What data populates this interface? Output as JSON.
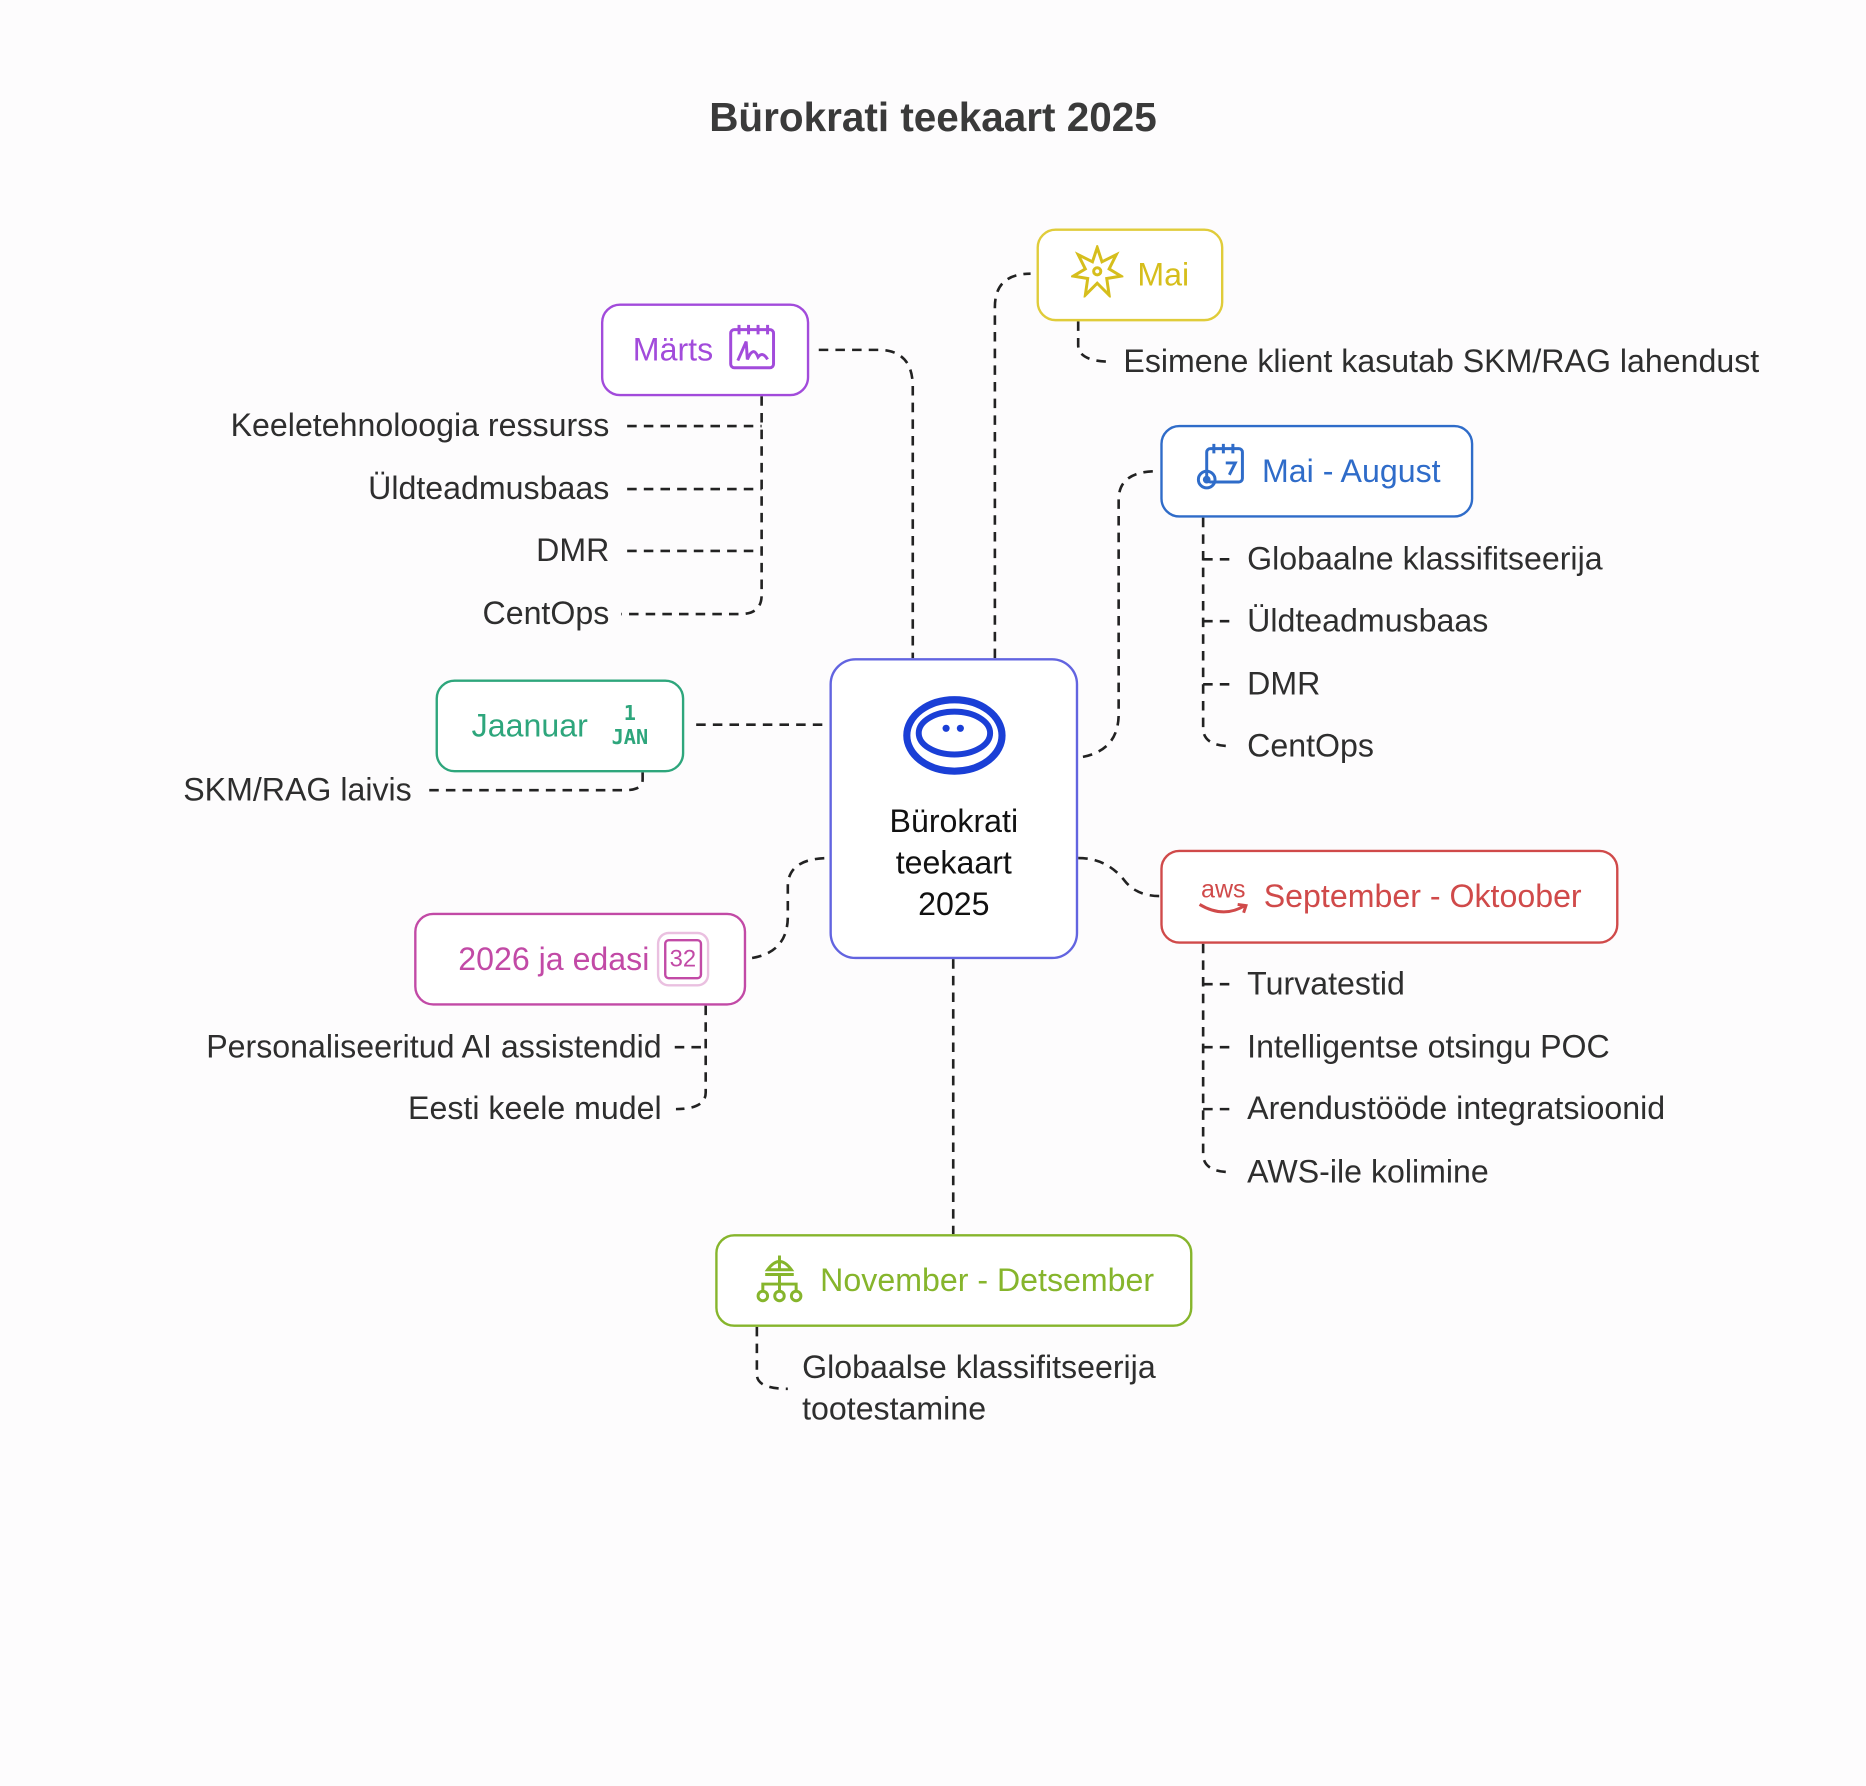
{
  "title": "Bürokrati teekaart 2025",
  "center": {
    "lines": [
      "Bürokrati",
      "teekaart",
      "2025"
    ],
    "color": "#6264e0",
    "icon": "burokratt-logo-icon"
  },
  "nodes": {
    "marts": {
      "label": "Märts",
      "color": "#a24bdb",
      "icon": "calendar-signature-icon",
      "items": [
        "Keeletehnoloogia ressurss",
        "Üldteadmusbaas",
        "DMR",
        "CentOps"
      ]
    },
    "mai": {
      "label": "Mai",
      "color": "#d6be1c",
      "icon": "star-burst-icon",
      "items": [
        "Esimene klient kasutab SKM/RAG lahendust"
      ]
    },
    "mai_august": {
      "label": "Mai - August",
      "color": "#2f6cc9",
      "icon": "calendar-gear-icon",
      "items": [
        "Globaalne klassifitseerija",
        "Üldteadmusbaas",
        "DMR",
        "CentOps"
      ]
    },
    "jaanuar": {
      "label": "Jaanuar",
      "color": "#2ea67c",
      "icon": "calendar-1-jan-icon",
      "icon_text": [
        "1",
        "JAN"
      ],
      "items": [
        "SKM/RAG laivis"
      ]
    },
    "edasi": {
      "label": "2026 ja edasi",
      "color": "#c24aa6",
      "icon": "chip-32-icon",
      "icon_text": "32",
      "items": [
        "Personaliseeritud AI assistendid",
        "Eesti keele mudel"
      ]
    },
    "sep_okt": {
      "label": "September - Oktoober",
      "color": "#d04a4a",
      "icon": "aws-icon",
      "icon_text": "aws",
      "items": [
        "Turvatestid",
        "Intelligentse otsingu POC",
        "Arendustööde integratsioonid",
        "AWS-ile kolimine"
      ]
    },
    "nov_dets": {
      "label": "November - Detsember",
      "color": "#86b52c",
      "icon": "network-robot-icon",
      "items": [
        "Globaalse klassifitseerija tootestamine"
      ]
    }
  }
}
